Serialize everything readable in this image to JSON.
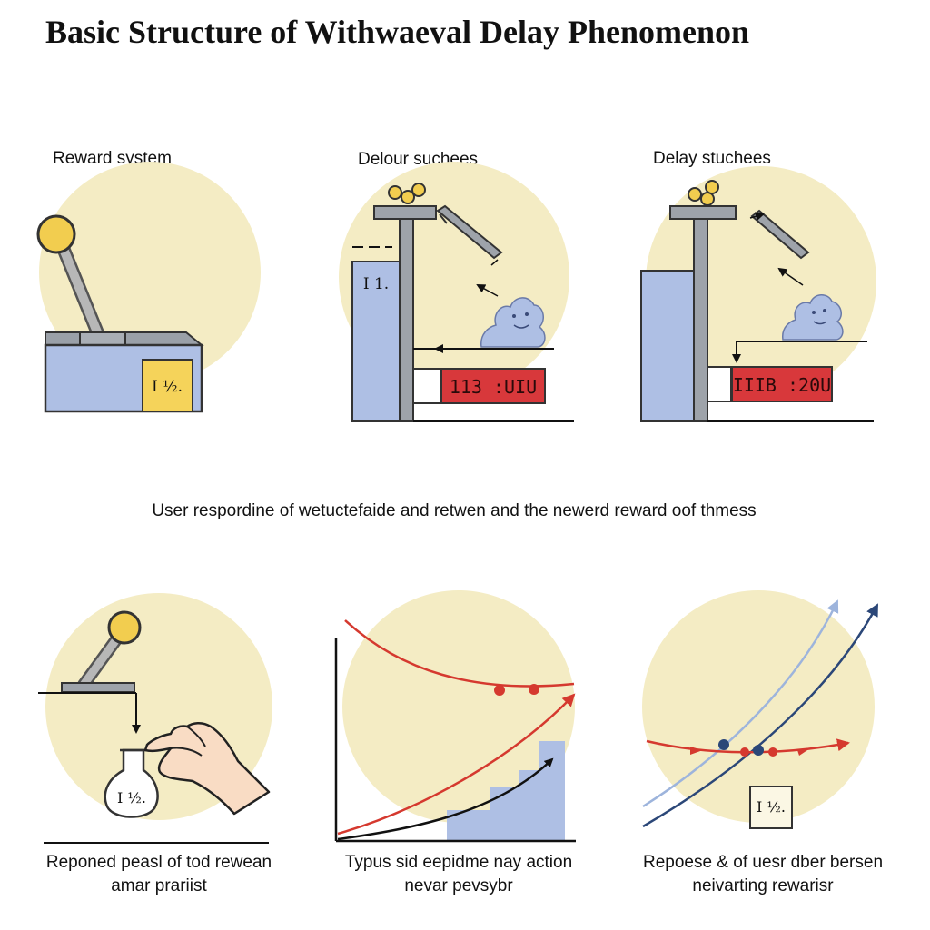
{
  "title": "Basic Structure of Withwaeval Delay Phenomenon",
  "panels_top": [
    {
      "label": "Reward system",
      "badge": "I ½."
    },
    {
      "label": "Delour suchees",
      "badge": "I 1.",
      "display": "113 :UIU"
    },
    {
      "label": "Delay stuchees",
      "display": "IIIB :20U"
    }
  ],
  "middle_caption": "User respordine of wetuctefaide and retwen and the newerd reward oof thmess",
  "panels_bottom": [
    {
      "badge": "I ½.",
      "caption": [
        "Reponed peasl of tod rewean",
        "amar prariist"
      ]
    },
    {
      "caption": [
        "Typus sid eepidme nay action",
        "nevar pevsybr"
      ]
    },
    {
      "badge": "I ½.",
      "caption": [
        "Repoese & of uesr dber bersen",
        "neivarting rewarisr"
      ]
    }
  ],
  "colors": {
    "circle_bg": "#f4ecc4",
    "device_blue": "#aebfe4",
    "badge_yellow": "#f5d35a",
    "knob_yellow": "#f2cd4f",
    "lcd_red": "#d8383b",
    "curve_red": "#d5392f",
    "curve_navy": "#2b4778",
    "curve_lightblue": "#9db4dc"
  }
}
